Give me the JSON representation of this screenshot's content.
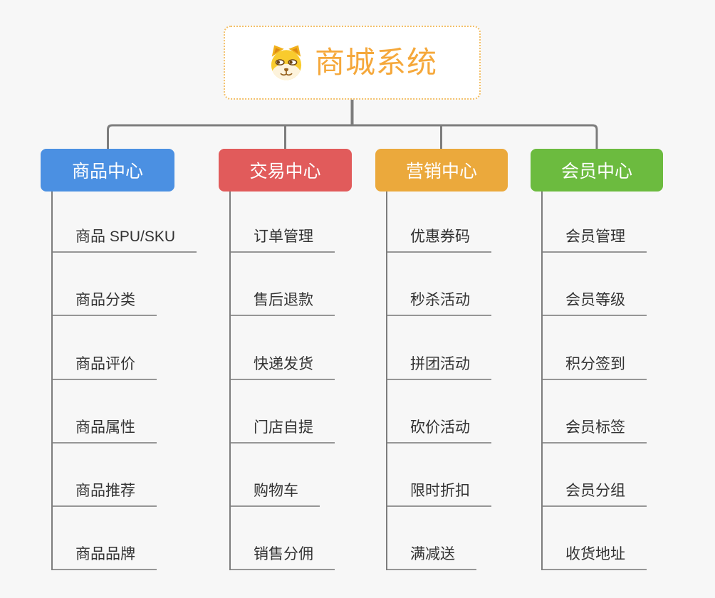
{
  "root": {
    "label": "商城系统",
    "icon": "dog-face",
    "text_color": "#F5A83B",
    "border_color": "#F3C06A"
  },
  "branches": [
    {
      "id": "product-center",
      "label": "商品中心",
      "color": "#4B90E2",
      "children": [
        "商品 SPU/SKU",
        "商品分类",
        "商品评价",
        "商品属性",
        "商品推荐",
        "商品品牌"
      ]
    },
    {
      "id": "trade-center",
      "label": "交易中心",
      "color": "#E15B5B",
      "children": [
        "订单管理",
        "售后退款",
        "快递发货",
        "门店自提",
        "购物车",
        "销售分佣"
      ]
    },
    {
      "id": "marketing-center",
      "label": "营销中心",
      "color": "#EBA93C",
      "children": [
        "优惠券码",
        "秒杀活动",
        "拼团活动",
        "砍价活动",
        "限时折扣",
        "满减送"
      ]
    },
    {
      "id": "member-center",
      "label": "会员中心",
      "color": "#6CBB3F",
      "children": [
        "会员管理",
        "会员等级",
        "积分签到",
        "会员标签",
        "会员分组",
        "收货地址"
      ]
    }
  ],
  "connector_color": "#7d7d7d",
  "underline_color": "#969696",
  "background_color": "#f7f7f7"
}
